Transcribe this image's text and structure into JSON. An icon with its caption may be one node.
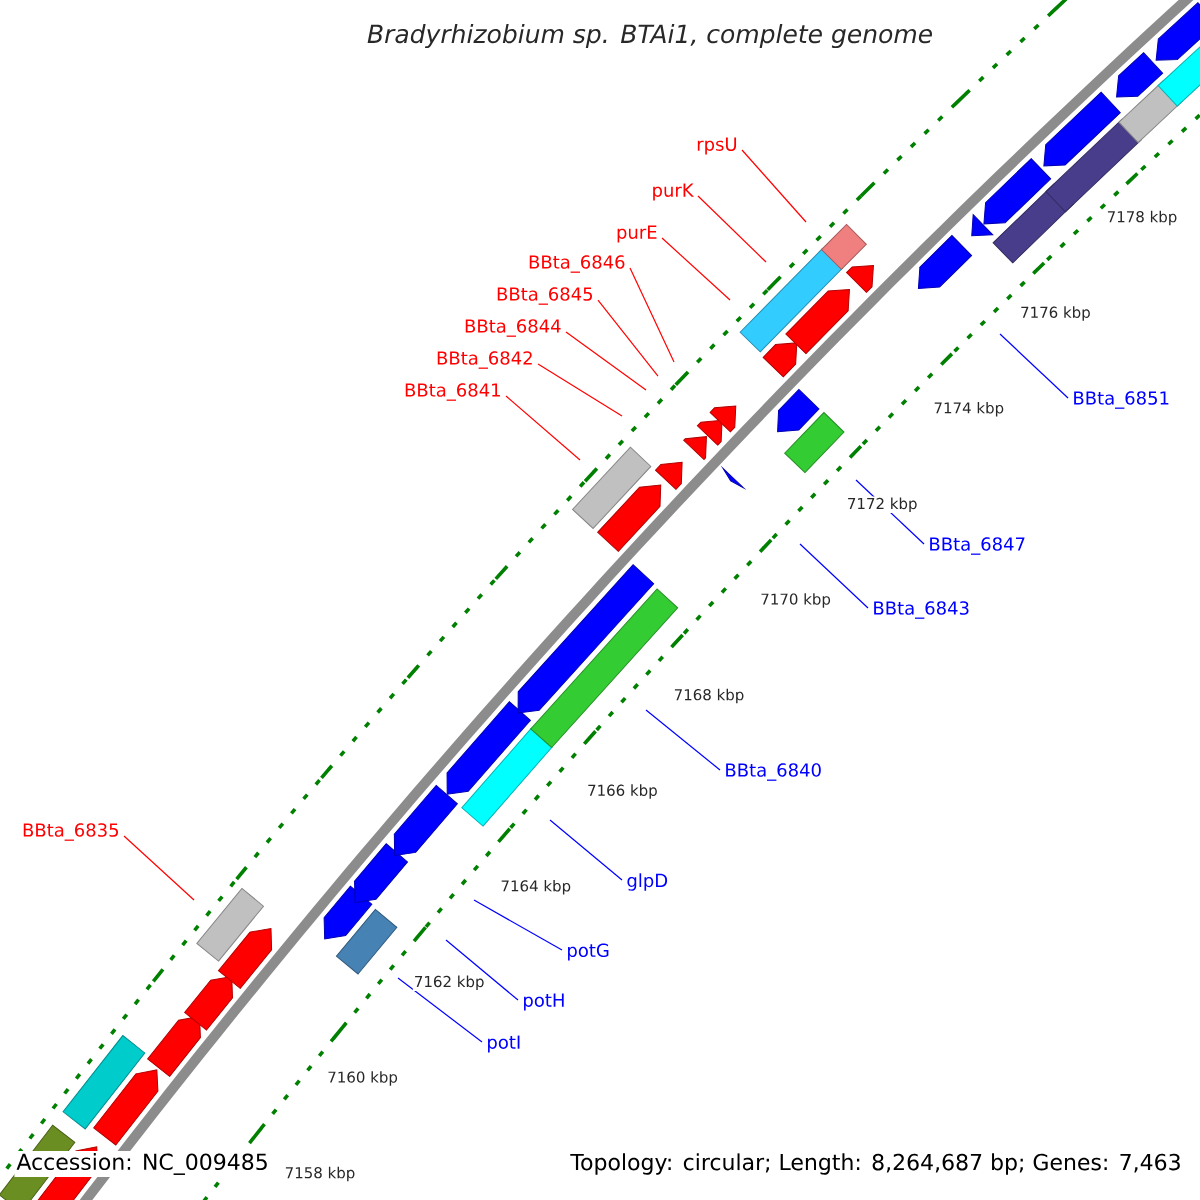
{
  "diagram": {
    "title": "Bradyrhizobium sp. BTAi1, complete genome",
    "nodes": [
      {
        "text": [
          "rpsU"
        ]
      },
      {
        "text": [
          "purK"
        ]
      },
      {
        "text": [
          "purE"
        ]
      },
      {
        "text": [
          "BBta_6846"
        ]
      },
      {
        "text": [
          "BBta_6845"
        ]
      },
      {
        "text": [
          "BBta_6844"
        ]
      },
      {
        "text": [
          "BBta_6842"
        ]
      },
      {
        "text": [
          "BBta_6841"
        ]
      },
      {
        "text": [
          "BBta_6851"
        ]
      },
      {
        "text": [
          "BBta_6847"
        ]
      },
      {
        "text": [
          "BBta_6843"
        ]
      },
      {
        "text": [
          "BBta_6840"
        ]
      },
      {
        "text": [
          "BBta_6835"
        ]
      },
      {
        "text": [
          "glpD"
        ]
      },
      {
        "text": [
          "potG"
        ]
      },
      {
        "text": [
          "potH"
        ]
      },
      {
        "text": [
          "potI"
        ]
      }
    ],
    "edges": [
      {
        "from": 0,
        "to": null,
        "arrow": "none"
      },
      {
        "from": 1,
        "to": null,
        "arrow": "none"
      },
      {
        "from": 2,
        "to": null,
        "arrow": "none"
      },
      {
        "from": 3,
        "to": null,
        "arrow": "none"
      },
      {
        "from": 4,
        "to": null,
        "arrow": "none"
      },
      {
        "from": 5,
        "to": null,
        "arrow": "none"
      },
      {
        "from": 6,
        "to": null,
        "arrow": "none"
      },
      {
        "from": 7,
        "to": null,
        "arrow": "none"
      },
      {
        "from": 8,
        "to": null,
        "arrow": "none",
        "color": "#0000ff"
      },
      {
        "from": 9,
        "to": null,
        "arrow": "none",
        "color": "#0000ff"
      },
      {
        "from": 10,
        "to": null,
        "arrow": "none",
        "color": "#0000ff"
      },
      {
        "from": 11,
        "to": null,
        "arrow": "none",
        "color": "#0000ff"
      },
      {
        "from": 12,
        "to": null,
        "arrow": "none"
      },
      {
        "from": 13,
        "to": null,
        "arrow": "none",
        "color": "#0000ff"
      },
      {
        "from": 14,
        "to": null,
        "arrow": "none",
        "color": "#0000ff"
      },
      {
        "from": 15,
        "to": null,
        "arrow": "none",
        "color": "#0000ff"
      },
      {
        "from": 16,
        "to": null,
        "arrow": "none",
        "color": "#0000ff"
      }
    ],
    "labels": [
      "7158 kbp",
      "7160 kbp",
      "7162 kbp",
      "7164 kbp",
      "7166 kbp",
      "7168 kbp",
      "7170 kbp",
      "7172 kbp",
      "7174 kbp",
      "7176 kbp",
      "7178 kbp",
      "Accession: NC_009485",
      "Topology: circular; Length: 8,264,687 bp; Genes: 7,463"
    ]
  }
}
